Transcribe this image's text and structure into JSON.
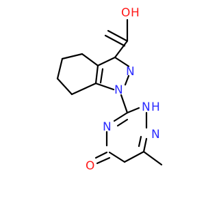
{
  "molecule": {
    "atom_labels": {
      "carboxyl_oxygen_h": "O",
      "carboxyl_h": "H",
      "pyrazole_n2": "N",
      "pyrazole_n1": "N",
      "triazine_nh_n": "N",
      "triazine_nh_h": "H",
      "triazine_n4": "N",
      "triazine_n1": "N",
      "ketone_oxygen": "O"
    },
    "colors": {
      "bond": "#000000",
      "nitrogen": "#2b2bff",
      "oxygen": "#ff1a1a",
      "background": "#ffffff"
    }
  }
}
